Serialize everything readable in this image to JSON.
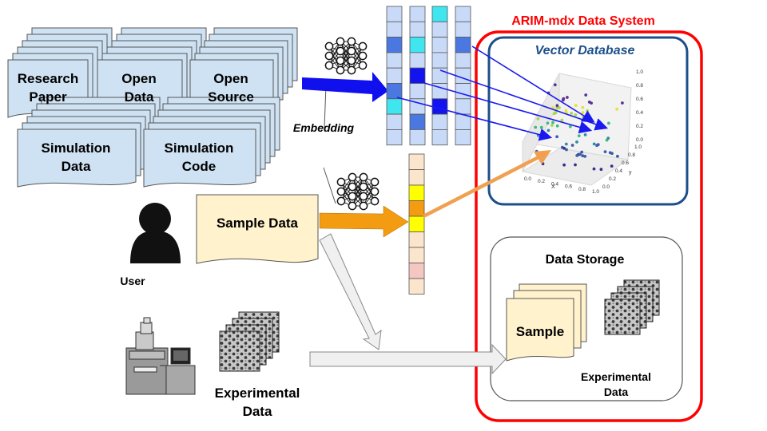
{
  "system": {
    "title": "ARIM-mdx Data System",
    "title_color": "#ff0000",
    "vector_db_label": "Vector Database",
    "vector_db_color": "#1c4f8a",
    "storage_label": "Data Storage",
    "storage_sample": "Sample",
    "storage_experimental": "Experimental Data"
  },
  "sources": {
    "research_paper": "Research Paper",
    "open_data": "Open Data",
    "open_source": "Open Source",
    "simulation_data": "Simulation Data",
    "simulation_code": "Simulation Code",
    "doc_fill": "#cfe2f3"
  },
  "labels": {
    "embedding": "Embedding",
    "user": "User",
    "sample_data": "Sample Data",
    "experimental_data": "Experimental Data",
    "sample_fill": "#fff2cc"
  },
  "embedding_columns": [
    [
      "#c9daf8",
      "#c9daf8",
      "#4a78e0",
      "#c9daf8",
      "#c9daf8",
      "#4a78e0",
      "#3fe6f0",
      "#c9daf8",
      "#c9daf8"
    ],
    [
      "#c9daf8",
      "#c9daf8",
      "#3fe6f0",
      "#c9daf8",
      "#1313f0",
      "#c9daf8",
      "#c9daf8",
      "#4a78e0",
      "#c9daf8"
    ],
    [
      "#3fe6f0",
      "#c9daf8",
      "#c9daf8",
      "#c9daf8",
      "#c9daf8",
      "#c9daf8",
      "#1313f0",
      "#c9daf8",
      "#c9daf8"
    ],
    [
      "#c9daf8",
      "#c9daf8",
      "#4a78e0",
      "#c9daf8",
      "#c9daf8",
      "#c9daf8",
      "#c9daf8",
      "#c9daf8",
      "#c9daf8"
    ]
  ],
  "sample_column": [
    "#fce5cd",
    "#fce5cd",
    "#ffff00",
    "#f39c12",
    "#ffff00",
    "#fce5cd",
    "#fce5cd",
    "#f4c7c3",
    "#fce5cd"
  ],
  "scatter_axes": {
    "x_title": "X",
    "y_title": "y",
    "x_ticks": [
      "0.0",
      "0.2",
      "0.4",
      "0.6",
      "0.8",
      "1.0"
    ],
    "y_ticks": [
      "0.0",
      "0.2",
      "0.4",
      "0.6",
      "0.8",
      "1.0"
    ],
    "z_ticks": [
      "0.0",
      "0.2",
      "0.4",
      "0.6",
      "0.8",
      "1.0"
    ]
  }
}
